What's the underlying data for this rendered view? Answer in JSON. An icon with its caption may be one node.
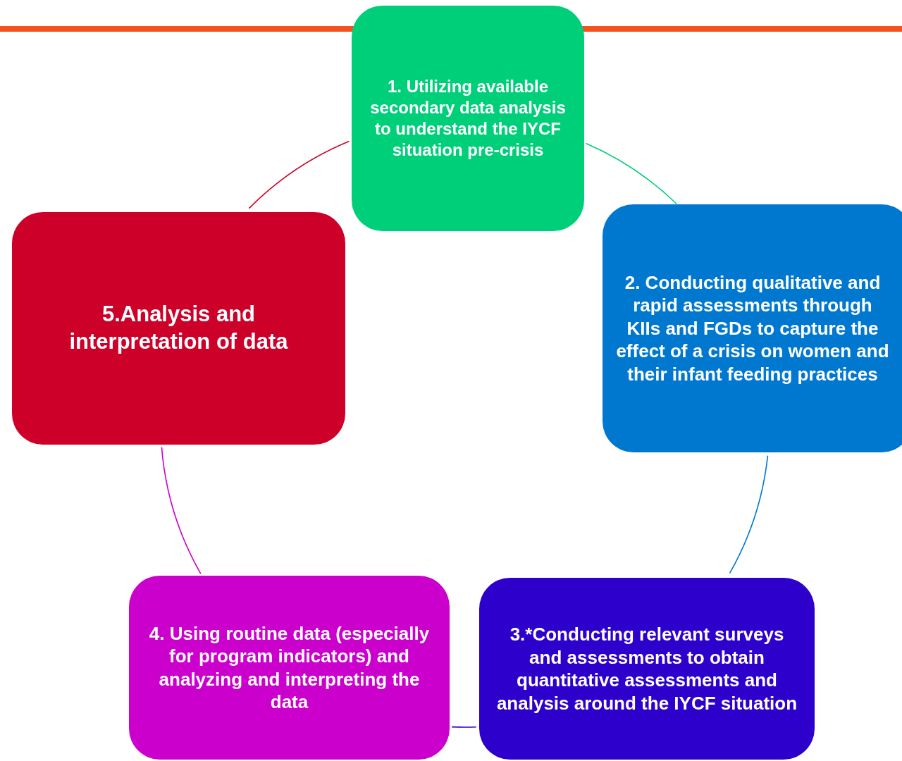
{
  "diagram": {
    "nodes": [
      {
        "text": [
          "1. Utilizing available secondary data analysis to understand the IYCF situation pre-crisis"
        ]
      },
      {
        "text": [
          "2. Conducting qualitative and rapid assessments through KIIs and FGDs to capture the effect of a crisis on women and their infant feeding practices"
        ]
      },
      {
        "text": [
          "3.*Conducting relevant surveys and assessments to obtain quantitative assessments and analysis around the IYCF situation"
        ]
      },
      {
        "text": [
          "4. Using routine data (especially for program indicators) and analyzing and interpreting the data"
        ]
      },
      {
        "text": [
          "5.Analysis and interpretation of data"
        ]
      }
    ],
    "edges": [
      {
        "from": 0,
        "to": 1,
        "arrow": "none",
        "color": "#00cc77"
      },
      {
        "from": 1,
        "to": 2,
        "arrow": "none",
        "color": "#0077cc"
      },
      {
        "from": 2,
        "to": 3,
        "arrow": "none",
        "color": "#2a00cc"
      },
      {
        "from": 3,
        "to": 4,
        "arrow": "none",
        "color": "#cc00cc"
      },
      {
        "from": 4,
        "to": 0,
        "arrow": "none",
        "color": "#cc0029"
      }
    ]
  }
}
